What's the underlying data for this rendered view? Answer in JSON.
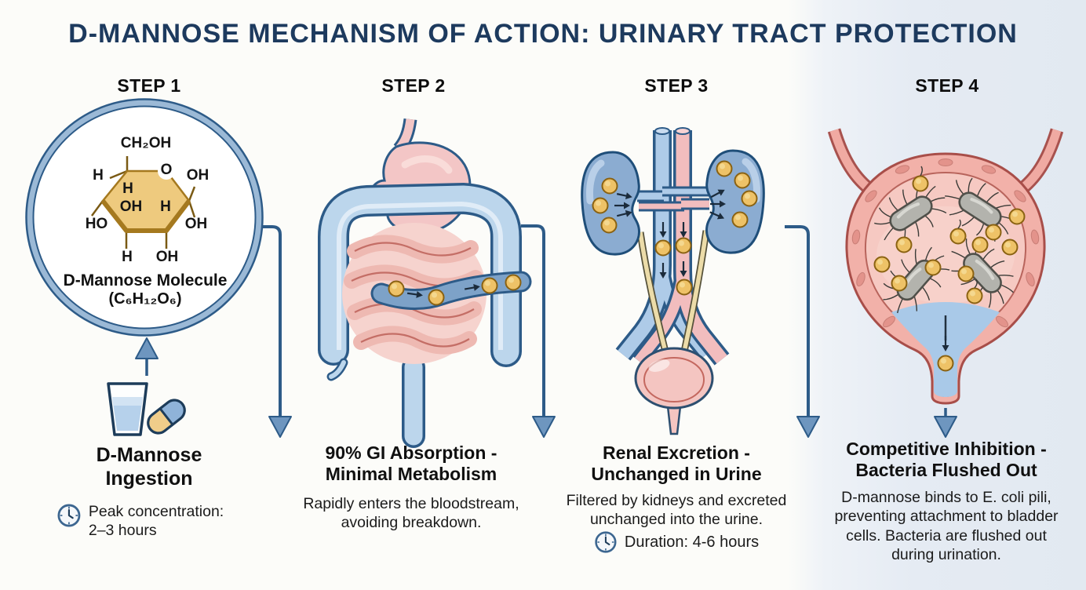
{
  "title": "D-MANNOSE MECHANISM OF ACTION: URINARY TRACT PROTECTION",
  "steps": [
    {
      "label": "STEP 1",
      "heading": "D-Mannose Ingestion",
      "note": "Peak concentration: 2–3 hours"
    },
    {
      "label": "STEP 2",
      "heading": "90% GI Absorption - Minimal Metabolism",
      "body": "Rapidly enters the bloodstream, avoiding breakdown."
    },
    {
      "label": "STEP 3",
      "heading": "Renal Excretion - Unchanged in Urine",
      "body": "Filtered by kidneys and excreted unchanged into the urine.",
      "note": "Duration: 4-6 hours"
    },
    {
      "label": "STEP 4",
      "heading": "Competitive Inhibition - Bacteria Flushed Out",
      "body": "D-mannose binds to E. coli pili, preventing attachment to bladder cells. Bacteria are flushed out during urination."
    }
  ],
  "molecule": {
    "name": "D-Mannose Molecule",
    "formula": "(C₆H₁₂O₆)",
    "atoms": {
      "ch2oh": "CH₂OH",
      "o": "O",
      "h_left": "H",
      "oh_right_top": "OH",
      "h_inner_top": "H",
      "oh_inner": "OH",
      "h_inner_right": "H",
      "ho_left": "HO",
      "oh_right": "OH",
      "h_bottom": "H",
      "oh_bottom": "OH"
    }
  },
  "icons": {
    "clock": "clock-icon (round steel-blue clock face)",
    "water_glass": "water-glass-icon",
    "capsule": "capsule-icon (blue/tan pill)",
    "up_arrow": "up-arrow-icon",
    "down_arrow": "down-arrow-icon (steel blue elbow connector)"
  },
  "palette": {
    "title_navy": "#1d3a5e",
    "outline_navy": "#2d5b88",
    "arrow_fill": "#6e96bf",
    "mannose_gold": "#eec267",
    "molecule_fill": "#eeca7e",
    "intestine_blue": "#bcd6ec",
    "organ_pink": "#f3c6c3",
    "kidney_blue": "#8bacd1",
    "bladder_salmon": "#f2b1a9",
    "bacteria_gray": "#b3b3ad",
    "urine_blue": "#a9c9e8",
    "panel_blue": "#e4ebf2"
  }
}
